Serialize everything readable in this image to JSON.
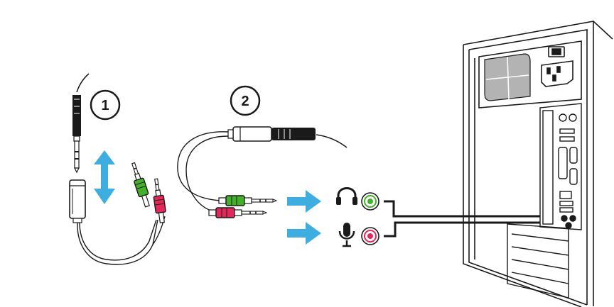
{
  "steps": [
    {
      "number": "1"
    },
    {
      "number": "2"
    }
  ],
  "connectors": [
    {
      "name": "headphone-plug",
      "color": "#43b02a"
    },
    {
      "name": "microphone-plug",
      "color": "#e2275a"
    }
  ],
  "ports": [
    {
      "name": "headphone-port",
      "icon": "headphones-icon",
      "color": "#43b02a"
    },
    {
      "name": "microphone-port",
      "icon": "microphone-icon",
      "color": "#e2275a"
    }
  ],
  "colors": {
    "arrow": "#3eaee0",
    "outline": "#1a1a1a",
    "background": "#ffffff",
    "vent": "#b3b3b3"
  }
}
